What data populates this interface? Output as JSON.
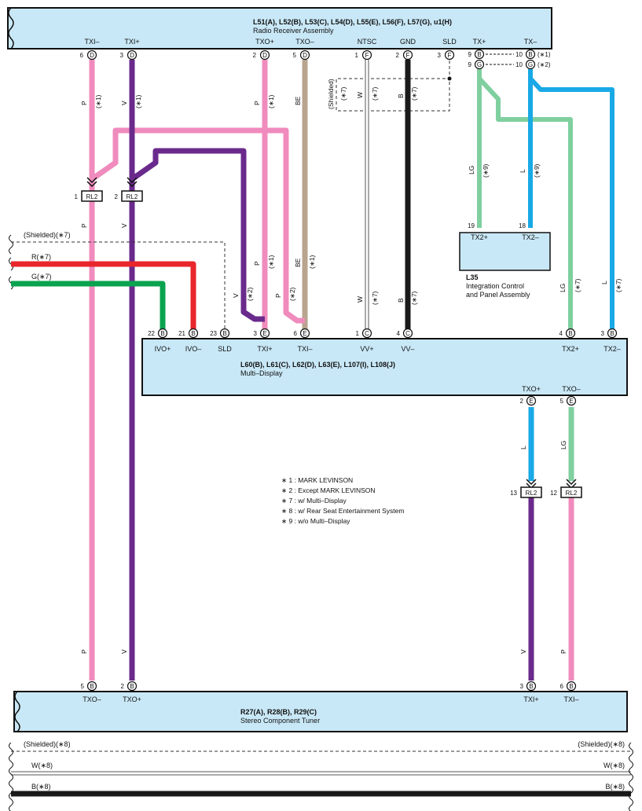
{
  "modules": {
    "radio": {
      "codes": "L51(A), L52(B), L53(C), L54(D), L55(E), L56(F), L57(G), u1(H)",
      "name": "Radio Receiver Assembly"
    },
    "integration": {
      "code": "L35",
      "name1": "Integration Control",
      "name2": "and Panel Assembly"
    },
    "multi": {
      "codes": "L60(B), L61(C), L62(D), L63(E), L107(I), L108(J)",
      "name": "Multi–Display"
    },
    "tuner": {
      "codes": "R27(A), R28(B), R29(C)",
      "name": "Stereo Component Tuner"
    }
  },
  "radio_terms": [
    {
      "id": "txi-minus",
      "label": "TXI–",
      "pin": "6",
      "conn": "D"
    },
    {
      "id": "txi-plus",
      "label": "TXI+",
      "pin": "3",
      "conn": "D"
    },
    {
      "id": "txo-plus",
      "label": "TXO+",
      "pin": "2",
      "conn": "D"
    },
    {
      "id": "txo-minus",
      "label": "TXO–",
      "pin": "5",
      "conn": "D"
    },
    {
      "id": "ntsc",
      "label": "NTSC",
      "pin": "1",
      "conn": "F"
    },
    {
      "id": "gnd",
      "label": "GND",
      "pin": "2",
      "conn": "F"
    },
    {
      "id": "sld",
      "label": "SLD",
      "pin": "3",
      "conn": "F"
    },
    {
      "id": "tx-plus",
      "label": "TX+",
      "pin1": "9",
      "conn1": "B",
      "pin2": "9",
      "conn2": "G"
    },
    {
      "id": "tx-minus",
      "label": "TX–",
      "pin1": "10",
      "conn1": "B",
      "note1": "(∗1)",
      "pin2": "10",
      "conn2": "G",
      "note2": "(∗2)"
    }
  ],
  "integration_terms": [
    {
      "label": "TX2+",
      "pin": "19"
    },
    {
      "label": "TX2–",
      "pin": "18"
    }
  ],
  "multi_terms": [
    {
      "label": "IVO+",
      "pin": "22",
      "conn": "B"
    },
    {
      "label": "IVO–",
      "pin": "21",
      "conn": "B"
    },
    {
      "label": "SLD",
      "pin": "23",
      "conn": "B"
    },
    {
      "label": "TXI+",
      "pin": "3",
      "conn": "E"
    },
    {
      "label": "TXI–",
      "pin": "6",
      "conn": "E"
    },
    {
      "label": "VV+",
      "pin": "1",
      "conn": "C"
    },
    {
      "label": "VV–",
      "pin": "4",
      "conn": "C"
    },
    {
      "label": "TX2+",
      "pin": "4",
      "conn": "B"
    },
    {
      "label": "TX2–",
      "pin": "3",
      "conn": "B"
    },
    {
      "label": "TXO+",
      "pin": "2",
      "conn": "E"
    },
    {
      "label": "TXO–",
      "pin": "5",
      "conn": "E"
    }
  ],
  "tuner_terms": [
    {
      "label": "TXO–",
      "pin": "5",
      "conn": "B"
    },
    {
      "label": "TXO+",
      "pin": "2",
      "conn": "B"
    },
    {
      "label": "TXI+",
      "pin": "3",
      "conn": "B"
    },
    {
      "label": "TXI–",
      "pin": "6",
      "conn": "B"
    }
  ],
  "junctions": [
    {
      "pin": "1",
      "code": "RL2"
    },
    {
      "pin": "2",
      "code": "RL2"
    },
    {
      "pin": "13",
      "code": "RL2"
    },
    {
      "pin": "12",
      "code": "RL2"
    }
  ],
  "wire_labels": {
    "p": "P",
    "v": "V",
    "be": "BE",
    "w": "W",
    "b": "B",
    "lg": "LG",
    "l": "L",
    "n1": "(∗1)",
    "n2": "(∗2)",
    "n7": "(∗7)",
    "n9": "(∗9)",
    "shielded": "(Shielded)"
  },
  "left_wires": {
    "shielded": "(Shielded)(∗7)",
    "r": "R(∗7)",
    "g": "G(∗7)"
  },
  "bottom_wires": {
    "shielded": "(Shielded)(∗8)",
    "w": "W(∗8)",
    "b": "B(∗8)"
  },
  "notes": [
    "∗ 1 : MARK LEVINSON",
    "∗ 2 : Except MARK LEVINSON",
    "∗ 7 : w/ Multi–Display",
    "∗ 8 : w/ Rear Seat Entertainment System",
    "∗ 9 : w/o Multi–Display"
  ],
  "colors": {
    "pink": "#f08bbd",
    "violet": "#6a2a8c",
    "tan": "#b8a48f",
    "black": "#1a1a1a",
    "lightgreen": "#7fcf9f",
    "blue": "#19a9e6",
    "red": "#e8262b",
    "green": "#0aa34f",
    "module": "#c9e8f7"
  }
}
